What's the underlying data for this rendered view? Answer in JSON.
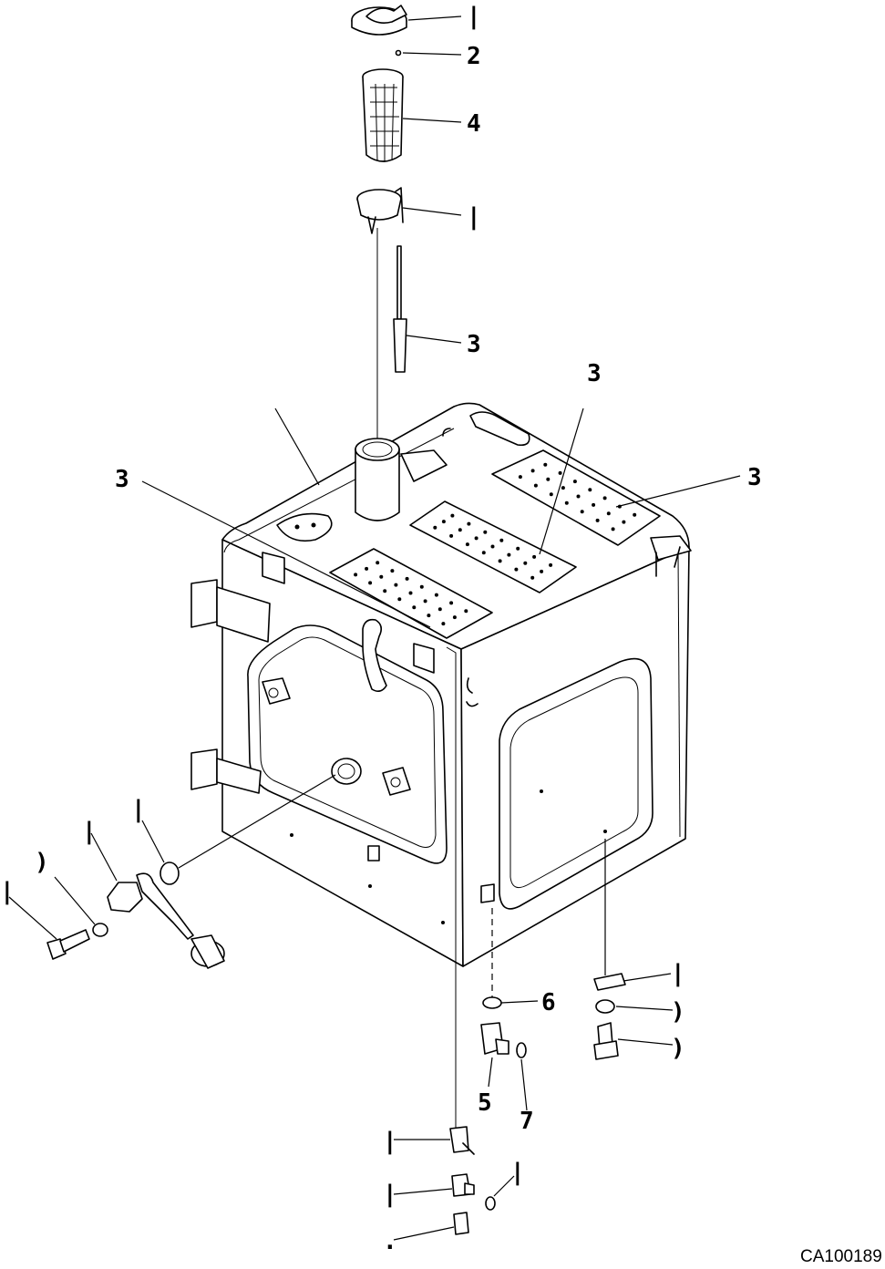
{
  "drawing": {
    "code": "CA100189",
    "callouts": {
      "cap": "|",
      "pin": "2",
      "strainer": "4",
      "collar": "|",
      "gauge": "3",
      "plate_top": "3",
      "plate_left": "3",
      "plate_right": "3",
      "bracket": "|",
      "washer_right": ")",
      "bolt_right": ")",
      "plug": "6",
      "elbow_right": "5",
      "oring_small": "7",
      "valve_upper": "|",
      "valve_lower": "|",
      "cap_small": ".",
      "oring_low": "|",
      "oring_sender": "|",
      "sender": "|",
      "washer_left": ")",
      "bolt_left": "|"
    }
  }
}
